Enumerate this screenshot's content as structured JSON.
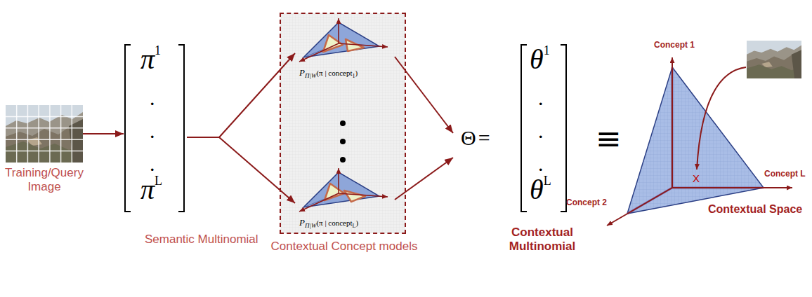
{
  "diagram": {
    "nodes": [
      {
        "text": [
          "Training/Query Image"
        ]
      },
      {
        "text": [
          "π",
          "1",
          ".",
          ".",
          ".",
          "π",
          "L",
          "Semantic Multinomial"
        ]
      },
      {
        "text": [
          "Contextual Concept models"
        ]
      },
      {
        "text": [
          "P",
          "Π|W",
          "(π | concept",
          "1",
          ")"
        ],
        "in": 2
      },
      {
        "text": [
          "P",
          "Π|W",
          "(π | concept",
          "L",
          ")"
        ],
        "in": 2
      },
      {
        "text": [
          "Θ",
          "=",
          "θ",
          "1",
          ".",
          ".",
          ".",
          "θ",
          "L",
          "Contextual Multinomial"
        ]
      }
    ],
    "edges": [
      {
        "from": 0,
        "to": 1,
        "arrow": "to"
      },
      {
        "from": 1,
        "to": 3,
        "arrow": "to"
      },
      {
        "from": 1,
        "to": 4,
        "arrow": "to"
      },
      {
        "from": 3,
        "to": 5,
        "arrow": "to"
      },
      {
        "from": 4,
        "to": 5,
        "arrow": "to"
      }
    ],
    "labels": [
      "≡",
      "Concept 1",
      "Concept L",
      "Concept 2",
      "X",
      "Contextual Space"
    ]
  }
}
